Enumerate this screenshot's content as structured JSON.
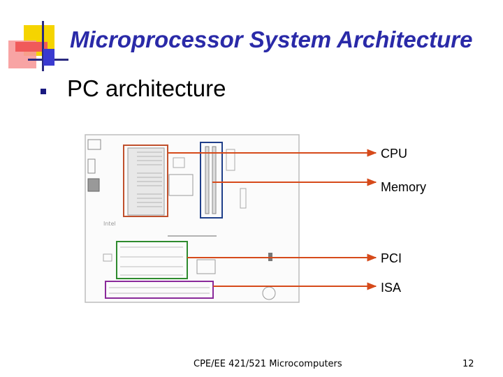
{
  "slide": {
    "title": "Microprocessor System Architecture",
    "bullet": "PC architecture"
  },
  "diagram": {
    "board_silkscreen": "Intel",
    "callouts": {
      "cpu": "CPU",
      "memory": "Memory",
      "pci": "PCI",
      "isa": "ISA"
    },
    "colors": {
      "cpu": "#c0502c",
      "memory": "#1f3f8a",
      "pci": "#2e8b2e",
      "isa": "#8a2a9a",
      "arrow": "#d64a1a"
    }
  },
  "footer": {
    "course": "CPE/EE 421/521 Microcomputers",
    "page": "12"
  },
  "theme": {
    "title_color": "#2a2aa8",
    "deco_yellow": "#f5d400",
    "deco_red": "#f05a5a",
    "deco_blue": "#3a3ad0"
  }
}
